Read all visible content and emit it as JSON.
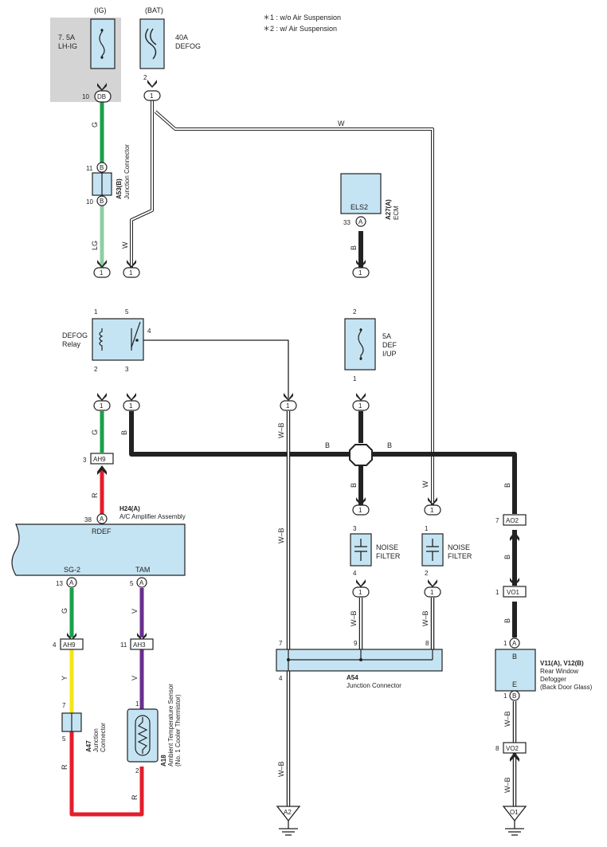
{
  "notes": {
    "n1": "＊1 : w/o Air Suspension",
    "n2": "＊2 : w/ Air Suspension"
  },
  "sources": {
    "ig": "(IG)",
    "bat": "(BAT)"
  },
  "fuses": {
    "lh_ig_amp": "7. 5A",
    "lh_ig_name": "LH-IG",
    "defog_amp": "40A",
    "defog_name": "DEFOG",
    "def_iup_amp": "5A",
    "def_iup_l1": "DEF",
    "def_iup_l2": "I/UP"
  },
  "components": {
    "a53_id": "A53(B)",
    "a53_name": "Junction Connector",
    "a27_id": "A27(A)",
    "a27_name": "ECM",
    "a27_term": "ELS2",
    "relay_l1": "DEFOG",
    "relay_l2": "Relay",
    "h24_id": "H24(A)",
    "h24_name": "A/C Amplifier Assembly",
    "h24_rdef": "RDEF",
    "h24_sg2": "SG-2",
    "h24_tam": "TAM",
    "nf_l1": "NOISE",
    "nf_l2": "FILTER",
    "a54_id": "A54",
    "a54_name": "Junction Connector",
    "v11_id": "V11(A), V12(B)",
    "v11_l1": "Rear Window",
    "v11_l2": "Defogger",
    "v11_l3": "(Back Door Glass)",
    "v11_b": "B",
    "v11_e": "E",
    "a47_id": "A47",
    "a47_l1": "Junction",
    "a47_l2": "Connector",
    "a18_id": "A18",
    "a18_l1": "Ambient Temperature Sensor",
    "a18_l2": "(No. 1 Cooler Thermistor)"
  },
  "connectors": {
    "db": "DB",
    "b": "B",
    "a": "A",
    "one": "1",
    "ah9": "AH9",
    "ah3": "AH3",
    "ao2": "AO2",
    "vo1": "VO1",
    "vo2": "VO2",
    "a2": "A2",
    "o1": "O1"
  },
  "pins": {
    "p10a": "10",
    "p11": "11",
    "p10b": "10",
    "p2a": "2",
    "p33": "33",
    "r1": "1",
    "r5": "5",
    "r4": "4",
    "r2": "2",
    "r3": "3",
    "f2": "2",
    "f1": "1",
    "p3": "3",
    "p38": "38",
    "p7": "7",
    "p1a": "1",
    "p1b": "1",
    "p13": "13",
    "p5": "5",
    "nf3": "3",
    "nf4": "4",
    "nf1": "1",
    "nf2": "2",
    "p4a": "4",
    "p11b": "11",
    "j7": "7",
    "j9": "9",
    "j8": "8",
    "j4": "4",
    "a47_7": "7",
    "a47_5": "5",
    "s1": "1",
    "s2": "2",
    "p8": "8"
  },
  "wires": {
    "g": "G",
    "lg": "LG",
    "w": "W",
    "b": "B",
    "r": "R",
    "y": "Y",
    "v": "V",
    "wb": "W–B"
  },
  "colors": {
    "green": "#1aa049",
    "light_green": "#8dcea4",
    "red": "#e41d2b",
    "yellow": "#f4e614",
    "violet": "#6a2e8f",
    "black": "#222222",
    "component_fill": "#c5e4f3"
  }
}
